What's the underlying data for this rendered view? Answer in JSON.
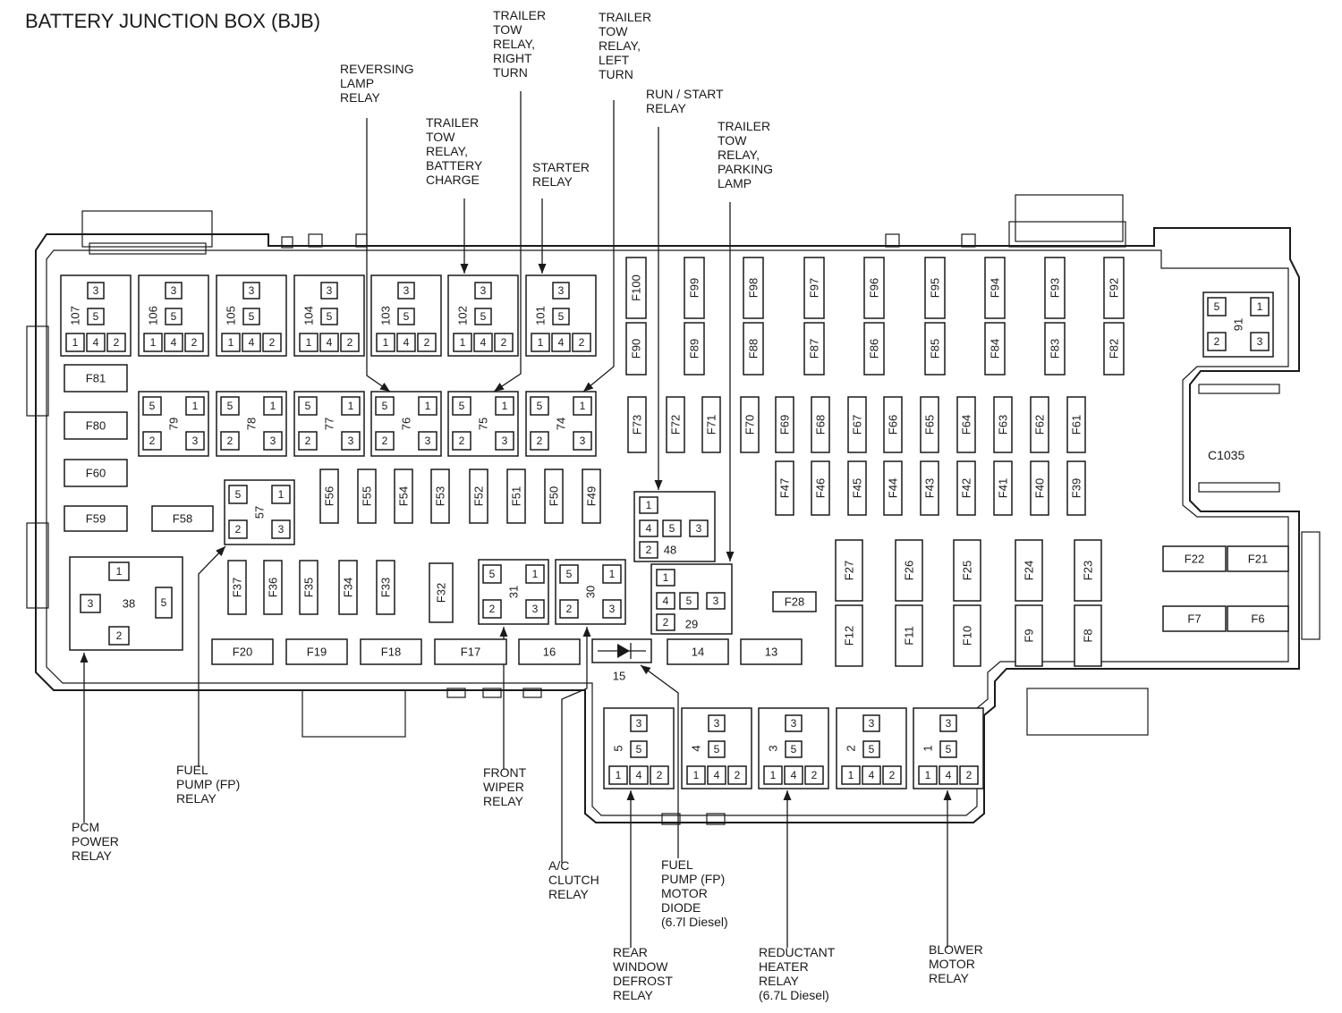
{
  "title": "BATTERY JUNCTION BOX (BJB)",
  "connector": "C1035",
  "diode": {
    "label": "15"
  },
  "callouts": [
    {
      "id": "reversing",
      "lines": [
        "REVERSING",
        "LAMP",
        "RELAY"
      ]
    },
    {
      "id": "tt_batt",
      "lines": [
        "TRAILER",
        "TOW",
        "RELAY,",
        "BATTERY",
        "CHARGE"
      ]
    },
    {
      "id": "tt_right",
      "lines": [
        "TRAILER",
        "TOW",
        "RELAY,",
        "RIGHT",
        "TURN"
      ]
    },
    {
      "id": "starter",
      "lines": [
        "STARTER",
        "RELAY"
      ]
    },
    {
      "id": "tt_left",
      "lines": [
        "TRAILER",
        "TOW",
        "RELAY,",
        "LEFT",
        "TURN"
      ]
    },
    {
      "id": "runstart",
      "lines": [
        "RUN / START",
        "RELAY"
      ]
    },
    {
      "id": "tt_park",
      "lines": [
        "TRAILER",
        "TOW",
        "RELAY,",
        "PARKING",
        "LAMP"
      ]
    },
    {
      "id": "fuelpump",
      "lines": [
        "FUEL",
        "PUMP (FP)",
        "RELAY"
      ]
    },
    {
      "id": "pcm",
      "lines": [
        "PCM",
        "POWER",
        "RELAY"
      ]
    },
    {
      "id": "wiper",
      "lines": [
        "FRONT",
        "WIPER",
        "RELAY"
      ]
    },
    {
      "id": "ac",
      "lines": [
        "A/C",
        "CLUTCH",
        "RELAY"
      ]
    },
    {
      "id": "fpdiode",
      "lines": [
        "FUEL",
        "PUMP (FP)",
        "MOTOR",
        "DIODE",
        "(6.7l Diesel)"
      ]
    },
    {
      "id": "rear",
      "lines": [
        "REAR",
        "WINDOW",
        "DEFROST",
        "RELAY"
      ]
    },
    {
      "id": "reductant",
      "lines": [
        "REDUCTANT",
        "HEATER",
        "RELAY",
        "(6.7L Diesel)"
      ]
    },
    {
      "id": "blower",
      "lines": [
        "BLOWER",
        "MOTOR",
        "RELAY"
      ]
    }
  ],
  "relays_a": [
    {
      "num": "107",
      "pins": [
        "3",
        "5",
        "1",
        "4",
        "2"
      ]
    },
    {
      "num": "106",
      "pins": [
        "3",
        "5",
        "1",
        "4",
        "2"
      ]
    },
    {
      "num": "105",
      "pins": [
        "3",
        "5",
        "1",
        "4",
        "2"
      ]
    },
    {
      "num": "104",
      "pins": [
        "3",
        "5",
        "1",
        "4",
        "2"
      ]
    },
    {
      "num": "103",
      "pins": [
        "3",
        "5",
        "1",
        "4",
        "2"
      ]
    },
    {
      "num": "102",
      "pins": [
        "3",
        "5",
        "1",
        "4",
        "2"
      ]
    },
    {
      "num": "101",
      "pins": [
        "3",
        "5",
        "1",
        "4",
        "2"
      ]
    },
    {
      "num": "5",
      "pins": [
        "3",
        "5",
        "1",
        "4",
        "2"
      ]
    },
    {
      "num": "4",
      "pins": [
        "3",
        "5",
        "1",
        "4",
        "2"
      ]
    },
    {
      "num": "3",
      "pins": [
        "3",
        "5",
        "1",
        "4",
        "2"
      ]
    },
    {
      "num": "2",
      "pins": [
        "3",
        "5",
        "1",
        "4",
        "2"
      ]
    },
    {
      "num": "1",
      "pins": [
        "3",
        "5",
        "1",
        "4",
        "2"
      ]
    }
  ],
  "relays_b": [
    {
      "num": "79",
      "pins": [
        "5",
        "1",
        "2",
        "3"
      ]
    },
    {
      "num": "78",
      "pins": [
        "5",
        "1",
        "2",
        "3"
      ]
    },
    {
      "num": "77",
      "pins": [
        "5",
        "1",
        "2",
        "3"
      ]
    },
    {
      "num": "76",
      "pins": [
        "5",
        "1",
        "2",
        "3"
      ]
    },
    {
      "num": "75",
      "pins": [
        "5",
        "1",
        "2",
        "3"
      ]
    },
    {
      "num": "74",
      "pins": [
        "5",
        "1",
        "2",
        "3"
      ]
    },
    {
      "num": "57",
      "pins": [
        "5",
        "1",
        "2",
        "3"
      ]
    },
    {
      "num": "31",
      "pins": [
        "5",
        "1",
        "2",
        "3"
      ]
    },
    {
      "num": "30",
      "pins": [
        "5",
        "1",
        "2",
        "3"
      ]
    },
    {
      "num": "91",
      "pins": [
        "5",
        "1",
        "2",
        "3"
      ]
    }
  ],
  "relay_38": {
    "num": "38",
    "pins": [
      "1",
      "3",
      "5",
      "2"
    ]
  },
  "relay_48": {
    "num": "48",
    "pins": [
      "1",
      "4",
      "5",
      "3",
      "2"
    ]
  },
  "relay_29": {
    "num": "29",
    "pins": [
      "1",
      "4",
      "5",
      "3",
      "2"
    ]
  },
  "fuses_v": [
    "F100",
    "F99",
    "F98",
    "F97",
    "F96",
    "F95",
    "F94",
    "F93",
    "F92",
    "F90",
    "F89",
    "F88",
    "F87",
    "F86",
    "F85",
    "F84",
    "F83",
    "F82",
    "F73",
    "F72",
    "F71",
    "F70",
    "F69",
    "F68",
    "F67",
    "F66",
    "F65",
    "F64",
    "F63",
    "F62",
    "F61",
    "F47",
    "F46",
    "F45",
    "F44",
    "F43",
    "F42",
    "F41",
    "F40",
    "F39",
    "F56",
    "F55",
    "F54",
    "F53",
    "F52",
    "F51",
    "F50",
    "F49",
    "F37",
    "F36",
    "F35",
    "F34",
    "F33",
    "F32",
    "F27",
    "F26",
    "F25",
    "F24",
    "F23",
    "F12",
    "F11",
    "F10",
    "F9",
    "F8"
  ],
  "fuses_h": [
    "F81",
    "F80",
    "F60",
    "F59",
    "F58",
    "F20",
    "F19",
    "F18",
    "F17",
    "16",
    "14",
    "13",
    "F28",
    "F22",
    "F21",
    "F7",
    "F6"
  ]
}
